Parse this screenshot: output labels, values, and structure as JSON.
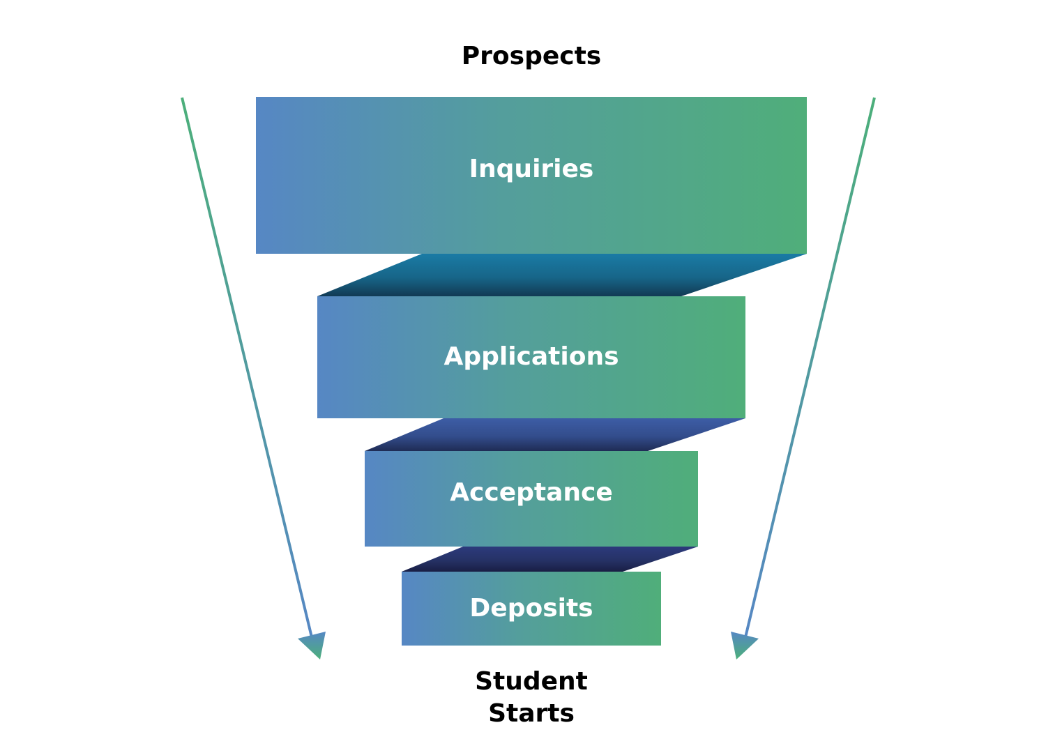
{
  "title": "Prospects",
  "footer": [
    "Student",
    "Starts"
  ],
  "colors": {
    "blue": "#5687C4",
    "green": "#50AE7A",
    "arrow_green": "#4CAF7A",
    "arrow_blue": "#5B8BC6",
    "connectors": [
      {
        "top": "#1A7BA5",
        "bottom": "#123A54"
      },
      {
        "top": "#3D5DA6",
        "bottom": "#1F2C55"
      },
      {
        "top": "#2C3A7C",
        "bottom": "#191E44"
      }
    ]
  },
  "stages": [
    {
      "label": "Inquiries"
    },
    {
      "label": "Applications"
    },
    {
      "label": "Acceptance"
    },
    {
      "label": "Deposits"
    }
  ]
}
